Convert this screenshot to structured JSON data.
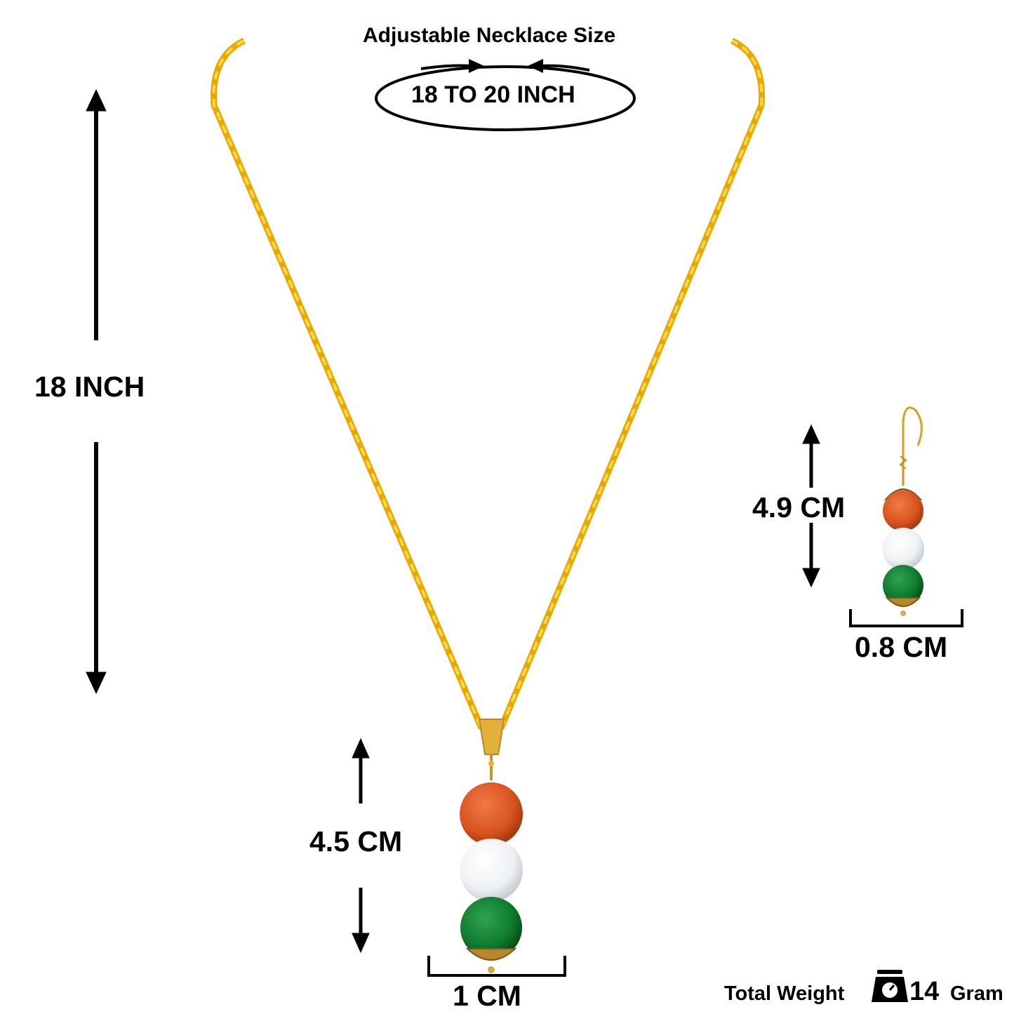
{
  "necklace": {
    "adjustable_title": "Adjustable Necklace Size",
    "adjustable_range": "18 TO 20 INCH",
    "length": "18 INCH",
    "pendant_height": "4.5 CM",
    "pendant_width": "1 CM"
  },
  "earring": {
    "height": "4.9 CM",
    "width": "0.8 CM"
  },
  "weight": {
    "label": "Total Weight",
    "value": "14",
    "unit": "Gram",
    "icon": "weighing-scale-icon"
  },
  "colors": {
    "chain": "#F2B705",
    "bead_orange": "#D9531E",
    "bead_white": "#F2F4F6",
    "bead_green": "#0E7A2E",
    "gold_cap": "#B8862B"
  }
}
